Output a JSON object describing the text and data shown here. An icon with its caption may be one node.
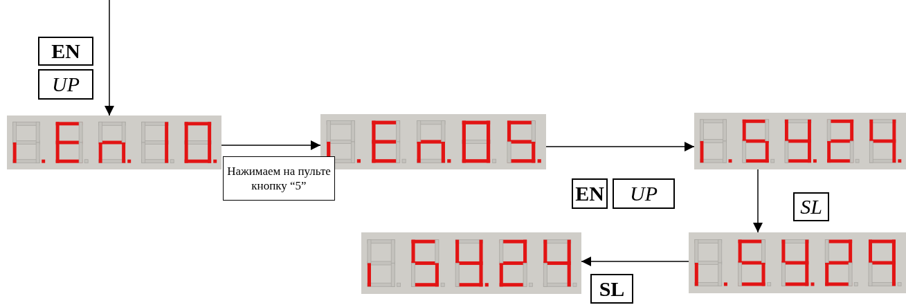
{
  "diagram": {
    "nodes": [
      {
        "text": [],
        "shape": "picture"
      },
      {
        "text": [],
        "shape": "picture"
      },
      {
        "text": [],
        "shape": "picture"
      },
      {
        "text": [],
        "shape": "picture"
      },
      {
        "text": [],
        "shape": "picture"
      },
      {
        "text": [
          "EN"
        ]
      },
      {
        "text": [
          "UP"
        ]
      },
      {
        "text": [
          "Нажимаем на пульте кнопку “5”"
        ]
      },
      {
        "text": [
          "EN"
        ]
      },
      {
        "text": [
          "UP"
        ]
      },
      {
        "text": [
          "SL"
        ]
      },
      {
        "text": [
          "SL"
        ]
      }
    ],
    "edges": [
      {
        "from": null,
        "to": 0,
        "arrow": "to"
      },
      {
        "from": 0,
        "to": 1,
        "arrow": "to"
      },
      {
        "from": 1,
        "to": 2,
        "arrow": "to"
      },
      {
        "from": 2,
        "to": 3,
        "arrow": "to"
      },
      {
        "from": 3,
        "to": 4,
        "arrow": "to"
      }
    ]
  }
}
